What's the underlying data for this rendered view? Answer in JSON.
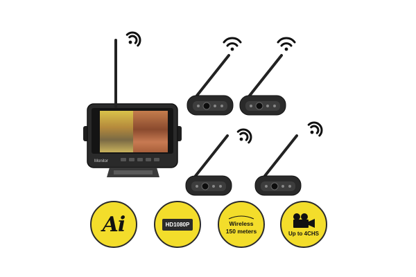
{
  "product": {
    "monitor_brand": "Monitor"
  },
  "badges": {
    "ai_label": "Ai",
    "hd_label": "HD1080P",
    "wireless_line1": "Wireless",
    "wireless_line2": "150 meters",
    "channels_label": "Up to 4CHS"
  },
  "colors": {
    "badge_fill": "#f3dd2b",
    "badge_border": "#2a2a2a",
    "device_body": "#2a2a2a"
  },
  "icons": [
    "wifi-icon",
    "video-camera-icon"
  ]
}
